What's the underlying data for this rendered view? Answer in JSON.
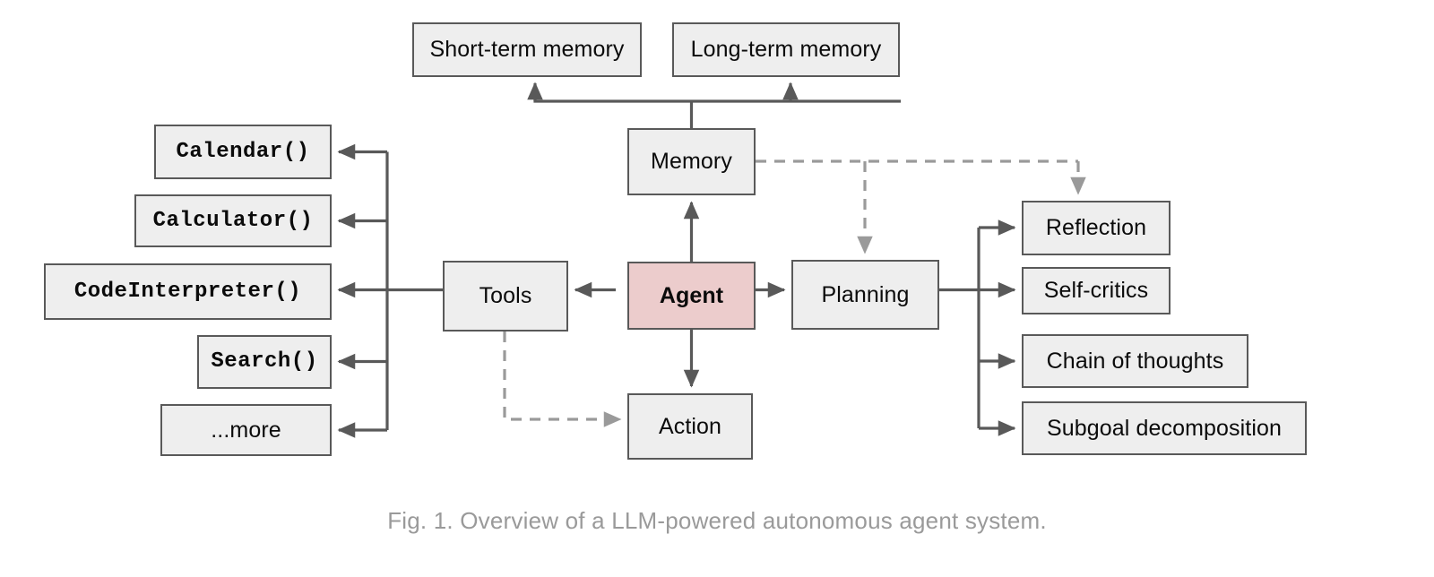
{
  "figure": {
    "caption": "Fig. 1. Overview of a LLM-powered autonomous agent system.",
    "colors": {
      "box_fill": "#eeeeee",
      "box_stroke": "#595959",
      "agent_fill": "#eccccc",
      "solid_edge": "#595959",
      "dashed_edge": "#9a9a9a",
      "text": "#0b0b0b",
      "caption_text": "#9a9a9a",
      "background": "#ffffff"
    }
  },
  "nodes": {
    "agent": "Agent",
    "memory": "Memory",
    "short_term_memory": "Short-term memory",
    "long_term_memory": "Long-term memory",
    "tools": "Tools",
    "action": "Action",
    "planning": "Planning"
  },
  "tools": [
    {
      "label": "Calendar()",
      "mono": true
    },
    {
      "label": "Calculator()",
      "mono": true
    },
    {
      "label": "CodeInterpreter()",
      "mono": true
    },
    {
      "label": "Search()",
      "mono": true
    },
    {
      "label": "...more",
      "mono": false
    }
  ],
  "planning_items": [
    {
      "label": "Reflection"
    },
    {
      "label": "Self-critics"
    },
    {
      "label": "Chain of thoughts"
    },
    {
      "label": "Subgoal decomposition"
    }
  ],
  "edges": [
    {
      "from": "Agent",
      "to": "Memory",
      "style": "solid"
    },
    {
      "from": "Agent",
      "to": "Tools",
      "style": "solid"
    },
    {
      "from": "Agent",
      "to": "Planning",
      "style": "solid"
    },
    {
      "from": "Agent",
      "to": "Action",
      "style": "solid"
    },
    {
      "from": "Memory",
      "to": "Short-term memory",
      "style": "solid"
    },
    {
      "from": "Memory",
      "to": "Long-term memory",
      "style": "solid"
    },
    {
      "from": "Memory",
      "to": "Planning",
      "style": "dashed"
    },
    {
      "from": "Memory",
      "to": "Reflection",
      "style": "dashed"
    },
    {
      "from": "Tools",
      "to": "Action",
      "style": "dashed"
    },
    {
      "from": "Tools",
      "to": "Calendar()",
      "style": "solid"
    },
    {
      "from": "Tools",
      "to": "Calculator()",
      "style": "solid"
    },
    {
      "from": "Tools",
      "to": "CodeInterpreter()",
      "style": "solid"
    },
    {
      "from": "Tools",
      "to": "Search()",
      "style": "solid"
    },
    {
      "from": "Tools",
      "to": "...more",
      "style": "solid"
    },
    {
      "from": "Planning",
      "to": "Reflection",
      "style": "solid"
    },
    {
      "from": "Planning",
      "to": "Self-critics",
      "style": "solid"
    },
    {
      "from": "Planning",
      "to": "Chain of thoughts",
      "style": "solid"
    },
    {
      "from": "Planning",
      "to": "Subgoal decomposition",
      "style": "solid"
    }
  ]
}
